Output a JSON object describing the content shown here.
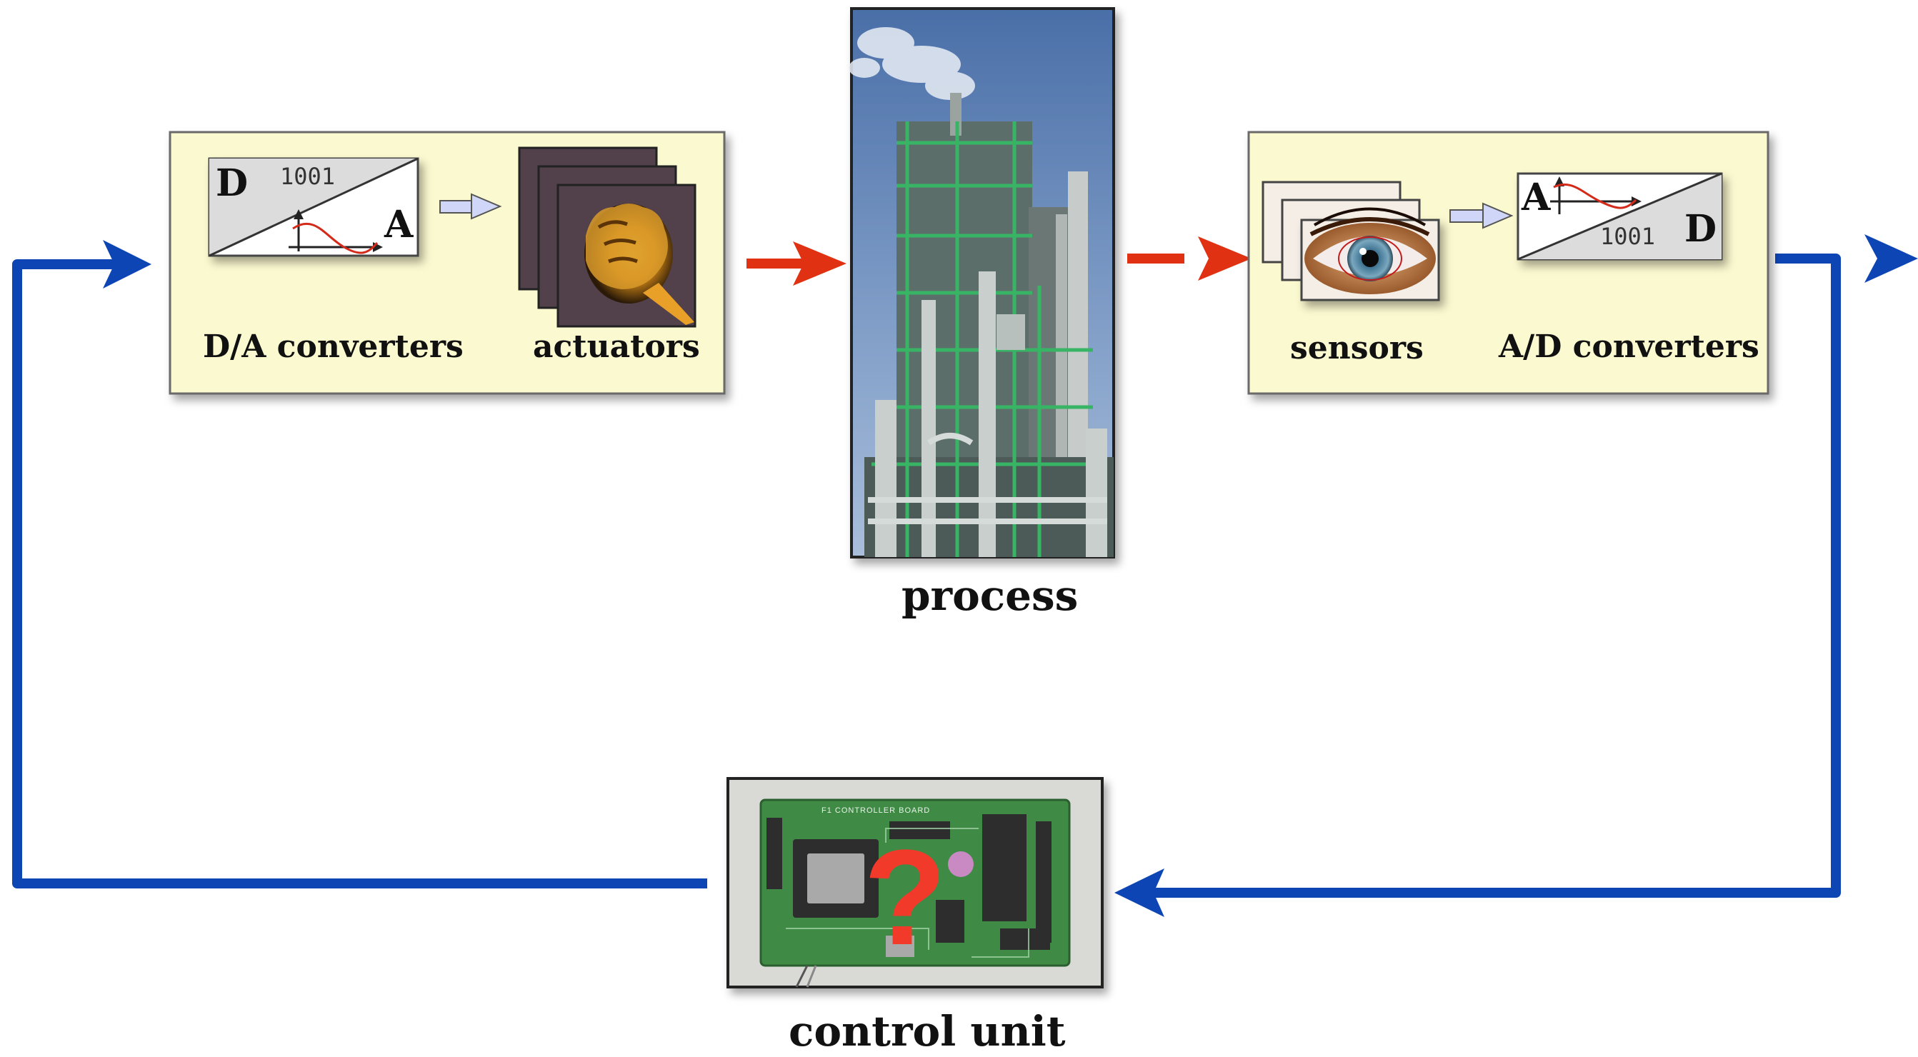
{
  "left_box": {
    "da": {
      "d_letter": "D",
      "a_letter": "A",
      "bits": "1001"
    },
    "da_label": "D/A converters",
    "actuators_label": "actuators"
  },
  "process": {
    "label": "process"
  },
  "right_box": {
    "ad": {
      "a_letter": "A",
      "d_letter": "D",
      "bits": "1001"
    },
    "sensors_label": "sensors",
    "ad_label": "A/D converters"
  },
  "control": {
    "label": "control unit",
    "board_text": "F1 CONTROLLER BOARD",
    "question": "?"
  },
  "colors": {
    "loop": "#0d45b5",
    "signal": "#e03212",
    "box_fill": "#fbf9cf"
  }
}
